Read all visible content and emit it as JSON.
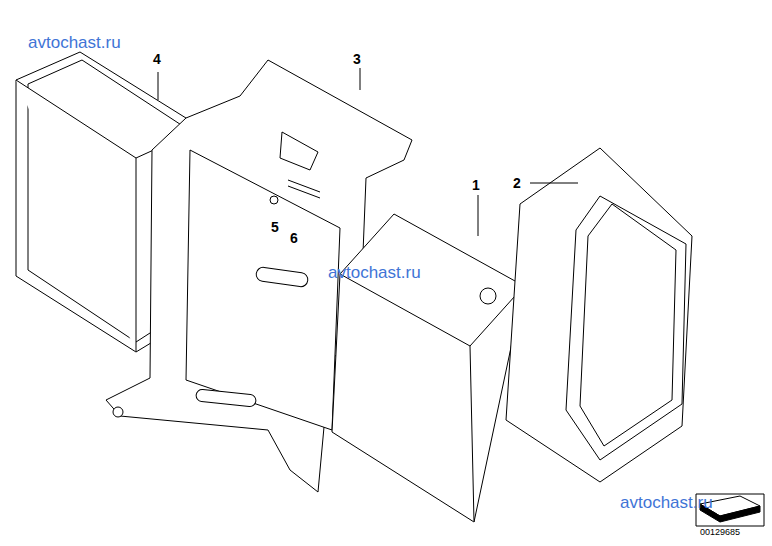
{
  "diagram": {
    "labels": [
      "avtochast.ru",
      "4",
      "3",
      "1",
      "2",
      "5",
      "6",
      "avtochast.ru",
      "avtochast.ru",
      "00129685"
    ]
  }
}
